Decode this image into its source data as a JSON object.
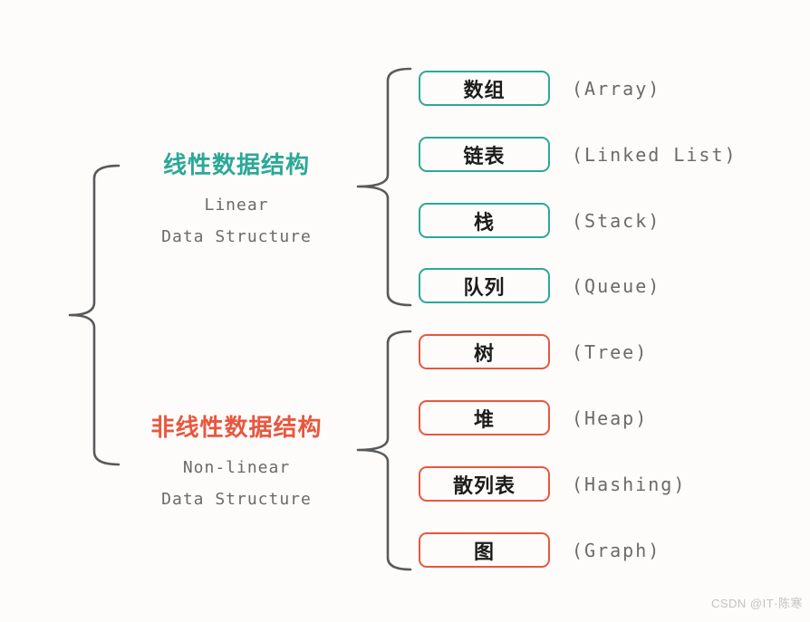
{
  "colors": {
    "bg": "#fdfcfa",
    "teal": "#2ca897",
    "orange": "#e8573f",
    "ink": "#1c1c1c",
    "gray": "#6a6a6a",
    "brace": "#58595b",
    "watermark": "#c2c2c2"
  },
  "groups": [
    {
      "id": "linear",
      "title": "线性数据结构",
      "subtitle_line1": "Linear",
      "subtitle_line2": "Data Structure",
      "accent": "#2ca897",
      "items": [
        {
          "zh": "数组",
          "en": "(Array)"
        },
        {
          "zh": "链表",
          "en": "(Linked List)"
        },
        {
          "zh": "栈",
          "en": "(Stack)"
        },
        {
          "zh": "队列",
          "en": "(Queue)"
        }
      ]
    },
    {
      "id": "nonlinear",
      "title": "非线性数据结构",
      "subtitle_line1": "Non-linear",
      "subtitle_line2": "Data Structure",
      "accent": "#e8573f",
      "items": [
        {
          "zh": "树",
          "en": "(Tree)"
        },
        {
          "zh": "堆",
          "en": "(Heap)"
        },
        {
          "zh": "散列表",
          "en": "(Hashing)"
        },
        {
          "zh": "图",
          "en": "(Graph)"
        }
      ]
    }
  ],
  "watermark": "CSDN @IT·陈寒"
}
